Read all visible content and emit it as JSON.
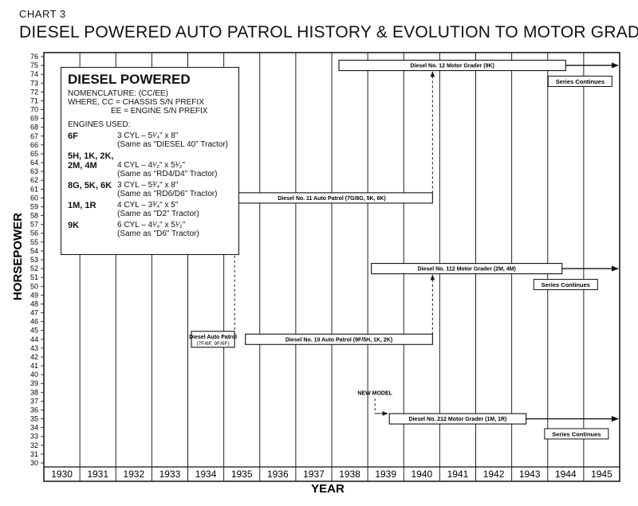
{
  "header": {
    "chart_number": "CHART 3",
    "title": "DIESEL POWERED AUTO PATROL HISTORY & EVOLUTION TO MOTOR GRADER"
  },
  "legend": {
    "heading": "DIESEL POWERED",
    "nomenclature": "NOMENCLATURE:  (CC/EE)",
    "where_line1": "WHERE,   CC = CHASSIS S/N PREFIX",
    "where_line2": "EE = ENGINE S/N PREFIX",
    "engines_heading": "ENGINES USED:",
    "engines": [
      {
        "codes": "6F",
        "desc1": "3 CYL – 5¹⁄₄\" x 8\"",
        "desc2": "(Same as \"DIESEL 40\" Tractor)"
      },
      {
        "codes": "5H, 1K, 2K, 2M, 4M",
        "desc1": "4 CYL – 4¹⁄₂\" x 5¹⁄₂\"",
        "desc2": "(Same as \"RD4/D4\" Tractor)"
      },
      {
        "codes": "8G, 5K, 6K",
        "desc1": "3 CYL – 5³⁄₄\" x 8\"",
        "desc2": "(Same as \"RD6/D6\" Tractor)"
      },
      {
        "codes": "1M, 1R",
        "desc1": "4 CYL – 3³⁄₄\" x 5\"",
        "desc2": "(Same as \"D2\" Tractor)"
      },
      {
        "codes": "9K",
        "desc1": "6 CYL – 4¹⁄₄\" x 5¹⁄₂\"",
        "desc2": "(Same as \"D6\" Tractor)"
      }
    ]
  },
  "chart_data": {
    "type": "timeline",
    "xlabel": "YEAR",
    "ylabel": "HORSEPOWER",
    "categories": [
      "1930",
      "1931",
      "1932",
      "1933",
      "1934",
      "1935",
      "1936",
      "1937",
      "1938",
      "1939",
      "1940",
      "1941",
      "1942",
      "1943",
      "1944",
      "1945"
    ],
    "ylim": [
      30,
      76
    ],
    "grid": true,
    "series": [
      {
        "name": "Diesel Auto Patrol",
        "name_line2": "(7F/6F, 9F/6F)",
        "hp": 44,
        "start": 1934.1,
        "end": 1935.3
      },
      {
        "name": "Diesel No. 10 Auto Patrol (9F/5H, 1K, 2K)",
        "hp": 44,
        "start": 1935.6,
        "end": 1940.8
      },
      {
        "name": "Diesel No. 11 Auto Patrol (7G/8G, 5K, 6K)",
        "hp": 60,
        "start": 1935.2,
        "end": 1940.8
      },
      {
        "name": "Diesel No. 12 Motor Grader (9K)",
        "hp": 75,
        "start": 1938.2,
        "end": 1944.5,
        "continues": true
      },
      {
        "name": "Diesel No. 112 Motor Grader (2M, 4M)",
        "hp": 52,
        "start": 1939.1,
        "end": 1944.4,
        "continues": true
      },
      {
        "name": "Diesel No. 212 Motor Grader (1M, 1R)",
        "hp": 35,
        "start": 1939.6,
        "end": 1943.4,
        "continues": true
      }
    ],
    "transitions": [
      {
        "from_hp": 44,
        "to_hp": 60,
        "x": 1935.3
      },
      {
        "from_hp": 60,
        "to_hp": 75,
        "x": 1940.8
      },
      {
        "from_hp": 44,
        "to_hp": 52,
        "x": 1940.8
      }
    ],
    "annotations": [
      {
        "text": "Series Continues",
        "hp": 73.2,
        "x_center": 1944.9
      },
      {
        "text": "Series Continues",
        "hp": 50.2,
        "x_center": 1944.5
      },
      {
        "text": "Series Continues",
        "hp": 33.3,
        "x_center": 1944.8
      },
      {
        "text": "NEW MODEL",
        "hp": 38,
        "x_center": 1939.2
      }
    ]
  }
}
